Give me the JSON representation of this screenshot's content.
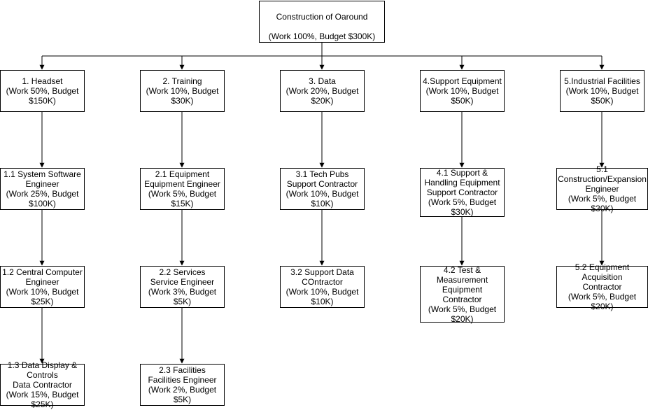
{
  "root": {
    "title": "Construction of Oaround",
    "detail": "(Work 100%, Budget $300K)"
  },
  "branches": [
    {
      "label": "1. Headset\n(Work 50%, Budget\n$150K)",
      "children": [
        "1.1 System Software\nEngineer\n(Work 25%, Budget\n$100K)",
        "1.2 Central Computer\nEngineer\n(Work 10%, Budget\n$25K)",
        "1.3 Data Display &\nControls\nData Contractor\n(Work 15%, Budget\n$25K)"
      ]
    },
    {
      "label": "2. Training\n(Work 10%, Budget\n$30K)",
      "children": [
        "2.1 Equipment\nEquipment Engineer\n(Work 5%, Budget\n$15K)",
        "2.2 Services\nService Engineer\n(Work 3%, Budget\n$5K)",
        "2.3 Facilities\nFacilities Engineer\n(Work 2%, Budget\n$5K)"
      ]
    },
    {
      "label": "3. Data\n(Work 20%, Budget\n$20K)",
      "children": [
        "3.1 Tech Pubs\nSupport Contractor\n(Work 10%, Budget\n$10K)",
        "3.2 Support Data\nCOntractor\n(Work 10%, Budget\n$10K)"
      ]
    },
    {
      "label": "4.Support Equipment\n(Work 10%, Budget\n$50K)",
      "children": [
        "4.1 Support &\nHandling Equipment\nSupport Contractor\n(Work 5%, Budget\n$30K)",
        "4.2 Test &\nMeasurement\nEquipment\nContractor\n(Work 5%, Budget\n$20K)"
      ]
    },
    {
      "label": "5.Industrial Facilities\n(Work 10%, Budget\n$50K)",
      "children": [
        "5.1\nConstruction/Expansion\nEngineer\n(Work 5%, Budget\n$30K)",
        "5.2 Equipment\nAcquisition\nContractor\n(Work 5%, Budget\n$20K)"
      ]
    }
  ]
}
